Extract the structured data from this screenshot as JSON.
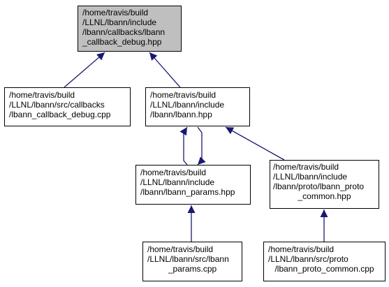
{
  "colors": {
    "focus_fill": "#bfbfbf",
    "edge": "#191970",
    "border": "#000000",
    "background": "#ffffff"
  },
  "nodes": {
    "n0": {
      "lines": [
        "/home/travis/build",
        "/LLNL/lbann/include",
        "/lbann/callbacks/lbann",
        "_callback_debug.hpp"
      ],
      "align": "left",
      "focus": true
    },
    "n1": {
      "lines": [
        "/home/travis/build",
        "/LLNL/lbann/src/callbacks",
        "/lbann_callback_debug.cpp"
      ],
      "align": "left",
      "focus": false
    },
    "n2": {
      "lines": [
        "/home/travis/build",
        "/LLNL/lbann/include",
        "/lbann/lbann.hpp"
      ],
      "align": "left",
      "focus": false
    },
    "n3": {
      "lines": [
        "/home/travis/build",
        "/LLNL/lbann/include",
        "/lbann/lbann_params.hpp"
      ],
      "align": "left",
      "focus": false
    },
    "n4": {
      "lines": [
        "/home/travis/build",
        "/LLNL/lbann/include",
        "/lbann/proto/lbann_proto",
        "_common.hpp"
      ],
      "align": "center",
      "focus": false
    },
    "n5": {
      "lines": [
        "/home/travis/build",
        "/LLNL/lbann/src/lbann",
        "_params.cpp"
      ],
      "align": "center",
      "focus": false
    },
    "n6": {
      "lines": [
        "/home/travis/build",
        "/LLNL/lbann/src/proto",
        "/lbann_proto_common.cpp"
      ],
      "align": "center",
      "focus": false
    }
  },
  "edges": [
    {
      "from": "n1",
      "to": "n0"
    },
    {
      "from": "n2",
      "to": "n0"
    },
    {
      "from": "n3",
      "to": "n2"
    },
    {
      "from": "n2",
      "to": "n3"
    },
    {
      "from": "n4",
      "to": "n2"
    },
    {
      "from": "n5",
      "to": "n3"
    },
    {
      "from": "n6",
      "to": "n4"
    }
  ]
}
